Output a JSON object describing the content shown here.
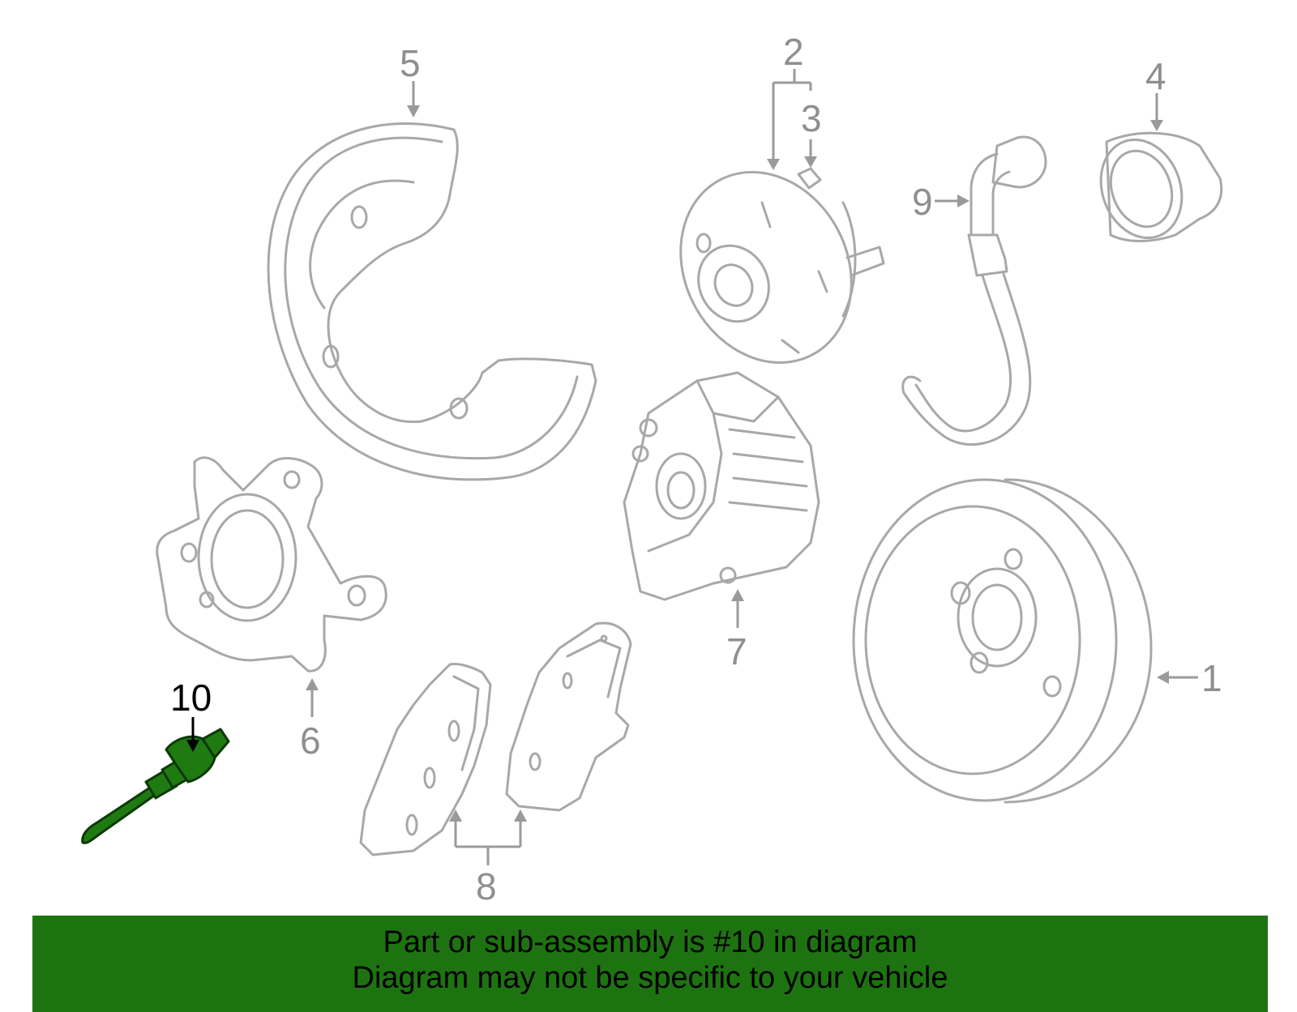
{
  "callouts": {
    "c1": "1",
    "c2": "2",
    "c3": "3",
    "c4": "4",
    "c5": "5",
    "c6": "6",
    "c7": "7",
    "c8": "8",
    "c9": "9",
    "c10": "10"
  },
  "highlight": {
    "part_number": "10",
    "color": "#1f7a12"
  },
  "banner": {
    "line1": "Part or sub-assembly is #10 in diagram",
    "line2": "Diagram may not be specific to your vehicle",
    "background": "#1e7311"
  }
}
